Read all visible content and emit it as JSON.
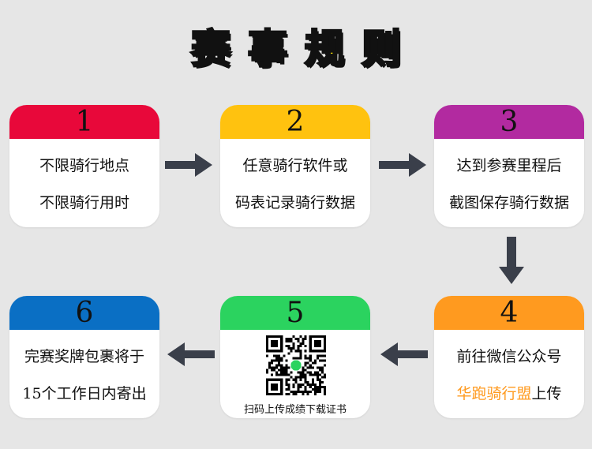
{
  "title": "赛事规则",
  "steps": [
    {
      "number": "1",
      "color": "#e8083a",
      "lines": [
        "不限骑行地点",
        "不限骑行用时"
      ]
    },
    {
      "number": "2",
      "color": "#ffc20f",
      "lines": [
        "任意骑行软件或",
        "码表记录骑行数据"
      ]
    },
    {
      "number": "3",
      "color": "#b22aa0",
      "lines": [
        "达到参赛里程后",
        "截图保存骑行数据"
      ]
    },
    {
      "number": "4",
      "color": "#ff9a1f",
      "lines": [
        "前往微信公众号"
      ],
      "accent_text": "华跑骑行盟",
      "accent_suffix": "上传",
      "accent_color": "#ff9a1f"
    },
    {
      "number": "5",
      "color": "#2bd35f",
      "qr_caption": "扫码上传成绩下载证书",
      "qr_icon": "qr-code-icon"
    },
    {
      "number": "6",
      "color": "#0a6fc4",
      "lines": [
        "完赛奖牌包裹将于",
        "15个工作日内寄出"
      ]
    }
  ],
  "arrow_color": "#3a3f4a"
}
